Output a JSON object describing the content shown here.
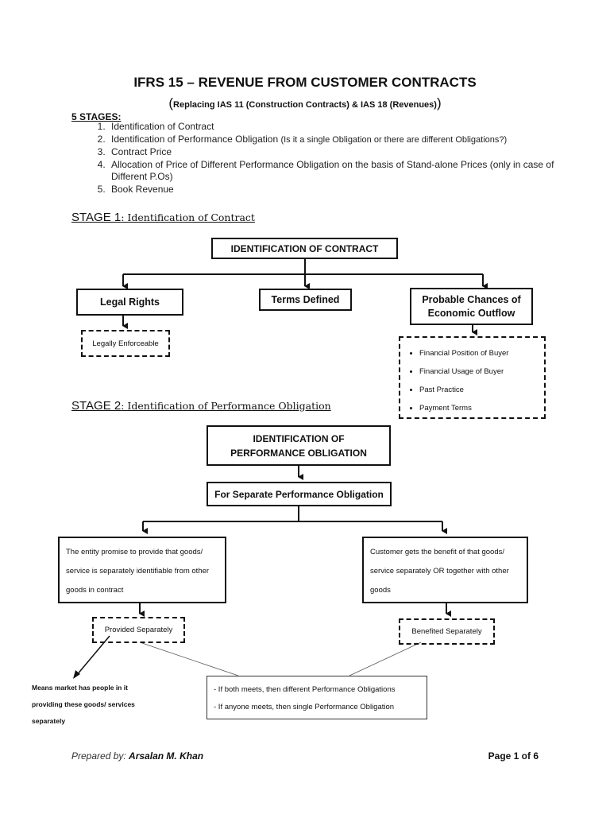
{
  "title": "IFRS 15 – REVENUE FROM CUSTOMER CONTRACTS",
  "subtitle": {
    "open": "(",
    "text": "Replacing IAS 11 (Construction Contracts) & IAS 18 (Revenues)",
    "close": ")"
  },
  "stages_heading": "5 STAGES:",
  "stages": [
    {
      "text": "Identification of Contract",
      "note": ""
    },
    {
      "text": "Identification of Performance Obligation ",
      "note": "(Is it a single Obligation or there are different Obligations?)"
    },
    {
      "text": "Contract Price",
      "note": ""
    },
    {
      "text": "Allocation of Price of Different Performance Obligation on the basis of Stand-alone Prices (only in case of Different P.Os)",
      "note": ""
    },
    {
      "text": "Book Revenue",
      "note": ""
    }
  ],
  "stage1": {
    "heading": "STAGE 1",
    "heading_sub": ": Identification of Contract",
    "root": "IDENTIFICATION OF CONTRACT",
    "legal_rights": "Legal Rights",
    "terms_defined": "Terms Defined",
    "probable": "Probable Chances of Economic Outflow",
    "legally_enforceable": "Legally Enforceable",
    "probable_items": [
      "Financial Position of Buyer",
      "Financial Usage of Buyer",
      "Past Practice",
      "Payment Terms"
    ]
  },
  "stage2": {
    "heading": "STAGE 2",
    "heading_sub": ": Identification of Performance Obligation",
    "root": "IDENTIFICATION OF PERFORMANCE OBLIGATION",
    "separate": "For Separate Performance Obligation",
    "left_criterion": "The entity promise to provide that goods/ service is separately identifiable from other goods in contract",
    "right_criterion": "Customer gets the benefit of that goods/ service separately OR together with other goods",
    "provided": "Provided Separately",
    "benefited": "Benefited Separately",
    "market_note": "Means market has people in it providing these goods/ services separately",
    "rules": [
      "- If both meets, then different Performance Obligations",
      "- If anyone meets, then single Performance Obligation"
    ]
  },
  "footer": {
    "prepared_label": "Prepared by: ",
    "prepared_name": "Arsalan M. Khan",
    "page": "Page 1 of 6"
  }
}
